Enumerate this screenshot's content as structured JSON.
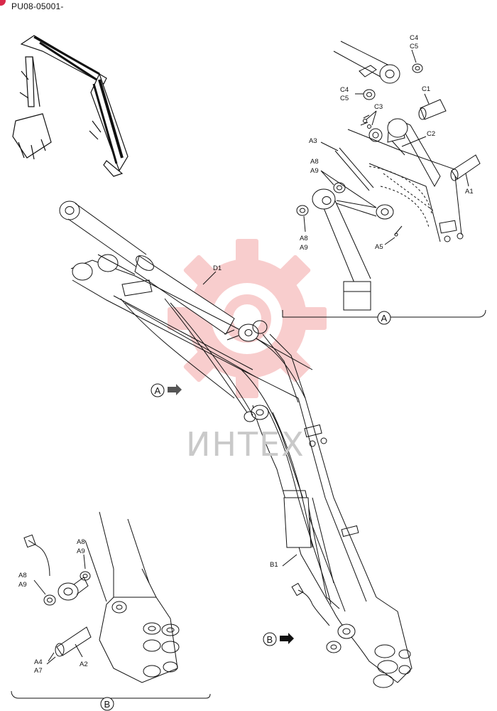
{
  "header": {
    "code": "PU08-05001-"
  },
  "watermark": {
    "text": "ИНТЕХ",
    "color": "#f4b4b4"
  },
  "detail_a": {
    "marker": "A",
    "labels": {
      "c4_top": "C4",
      "c5_top": "C5",
      "c4_mid": "C4",
      "c5_mid": "C5",
      "c1": "C1",
      "c3": "C3",
      "c2": "C2",
      "a3": "A3",
      "a8_top": "A8",
      "a9_top": "A9",
      "a1": "A1",
      "a8_bot": "A8",
      "a9_bot": "A9",
      "a5": "A5"
    }
  },
  "detail_b": {
    "marker": "B",
    "labels": {
      "a8_top": "A8",
      "a9_top": "A9",
      "a8_left": "A8",
      "a9_left": "A9",
      "a4": "A4",
      "a7": "A7",
      "a2": "A2"
    }
  },
  "main": {
    "d1": "D1",
    "b1": "B1",
    "callout_a": "A",
    "callout_b": "B"
  }
}
